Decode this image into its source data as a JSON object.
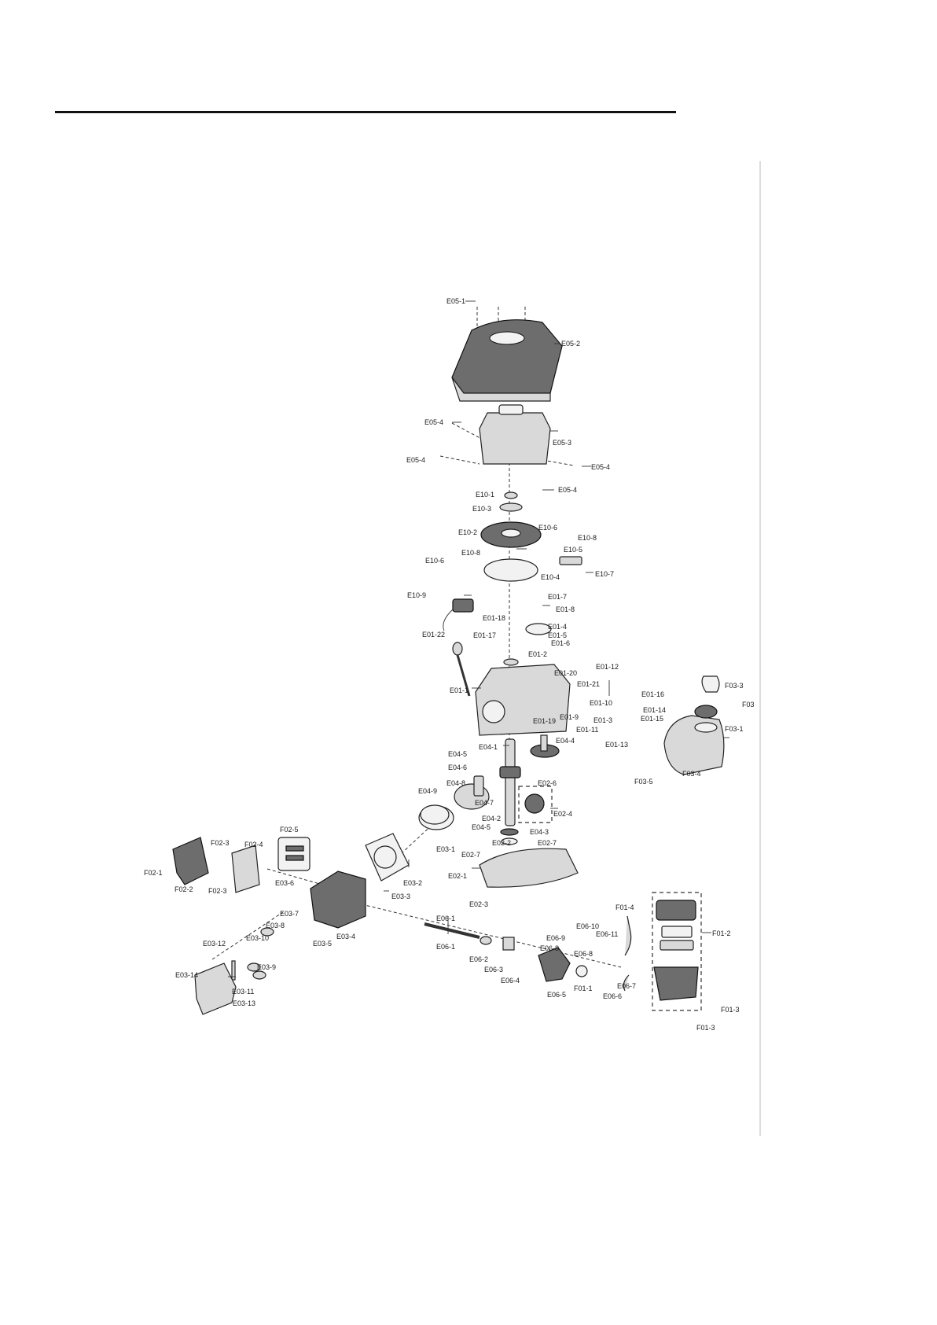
{
  "labels": {
    "E05_1": "E05-1",
    "E05_2": "E05-2",
    "E05_3": "E05-3",
    "E05_4": "E05-4",
    "E10_1": "E10-1",
    "E10_2": "E10-2",
    "E10_3": "E10-3",
    "E10_4": "E10-4",
    "E10_5": "E10-5",
    "E10_6": "E10-6",
    "E10_7": "E10-7",
    "E10_8": "E10-8",
    "E10_9": "E10-9",
    "E01_1": "E01-1",
    "E01_2": "E01-2",
    "E01_3": "E01-3",
    "E01_4": "E01-4",
    "E01_5": "E01-5",
    "E01_6": "E01-6",
    "E01_7": "E01-7",
    "E01_8": "E01-8",
    "E01_9": "E01-9",
    "E01_10": "E01-10",
    "E01_11": "E01-11",
    "E01_12": "E01-12",
    "E01_13": "E01-13",
    "E01_14": "E01-14",
    "E01_15": "E01-15",
    "E01_16": "E01-16",
    "E01_17": "E01-17",
    "E01_18": "E01-18",
    "E01_19": "E01-19",
    "E01_20": "E01-20",
    "E01_21": "E01-21",
    "E01_22": "E01-22",
    "E04_1": "E04-1",
    "E04_2": "E04-2",
    "E04_3": "E04-3",
    "E04_4": "E04-4",
    "E04_5": "E04-5",
    "E04_6": "E04-6",
    "E04_7": "E04-7",
    "E04_8": "E04-8",
    "E04_9": "E04-9",
    "E02_1": "E02-1",
    "E02_2": "E02-2",
    "E02_3": "E02-3",
    "E02_4": "E02-4",
    "E02_6": "E02-6",
    "E02_7": "E02-7",
    "E03_1": "E03-1",
    "E03_2": "E03-2",
    "E03_3": "E03-3",
    "E03_4": "E03-4",
    "E03_5": "E03-5",
    "E03_6": "E03-6",
    "E03_7": "E03-7",
    "E03_8": "E03-8",
    "E03_9": "E03-9",
    "E03_10": "E03-10",
    "E03_11": "E03-11",
    "E03_12": "E03-12",
    "E03_13": "E03-13",
    "E03_14": "E03-14",
    "E06_1": "E06-1",
    "E06_2": "E06-2",
    "E06_3": "E06-3",
    "E06_4": "E06-4",
    "E06_5": "E06-5",
    "E06_6": "E06-6",
    "E06_7": "E06-7",
    "E06_8": "E06-8",
    "E06_9": "E06-9",
    "E06_10": "E06-10",
    "E06_11": "E06-11",
    "F01_1": "F01-1",
    "F01_2": "F01-2",
    "F01_3": "F01-3",
    "F01_4": "F01-4",
    "F02_1": "F02-1",
    "F02_2": "F02-2",
    "F02_3": "F02-3",
    "F02_4": "F02-4",
    "F02_5": "F02-5",
    "F03_1": "F03-1",
    "F03_2": "F03",
    "F03_3": "F03-3",
    "F03_4": "F03-4",
    "F03_5": "F03-5"
  }
}
